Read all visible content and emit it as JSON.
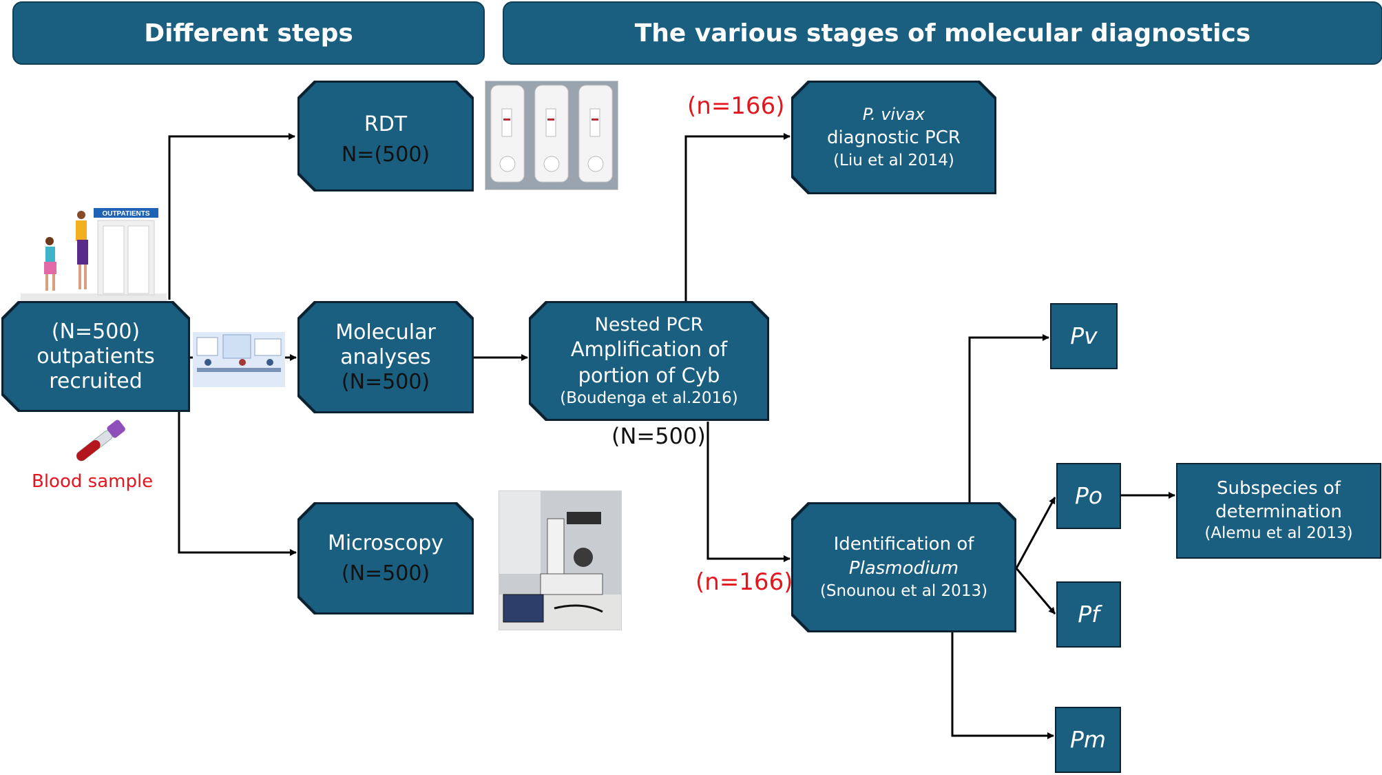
{
  "headers": {
    "left": "Different steps",
    "right": "The various stages of molecular diagnostics"
  },
  "nodes": {
    "outpatients": [
      "(N=500)",
      "outpatients",
      "recruited"
    ],
    "rdt": [
      "RDT",
      "N=(500)"
    ],
    "molecular": [
      "Molecular",
      "analyses",
      "(N=500)"
    ],
    "microscopy": [
      "Microscopy",
      "(N=500)"
    ],
    "nested_pcr": [
      "Nested PCR",
      "Amplification of",
      "portion of Cyb",
      "(Boudenga et al.2016)"
    ],
    "pvivax_pcr": [
      "P. vivax",
      "diagnostic PCR",
      "(Liu et al 2014)"
    ],
    "identification": [
      "Identification of",
      "Plasmodium",
      "(Snounou et al 2013)"
    ],
    "pv": "Pv",
    "po": "Po",
    "pf": "Pf",
    "pm": "Pm",
    "subspecies": [
      "Subspecies of",
      "determination",
      "(Alemu et al 2013)"
    ]
  },
  "labels": {
    "n166_top": "(n=166)",
    "n500": "(N=500)",
    "n166_bottom": "(n=166)",
    "blood_sample": "Blood sample",
    "outpatients_sign": "OUTPATIENTS"
  },
  "colors": {
    "node_fill": "#1a5f80",
    "highlight_red": "#e3161d"
  }
}
